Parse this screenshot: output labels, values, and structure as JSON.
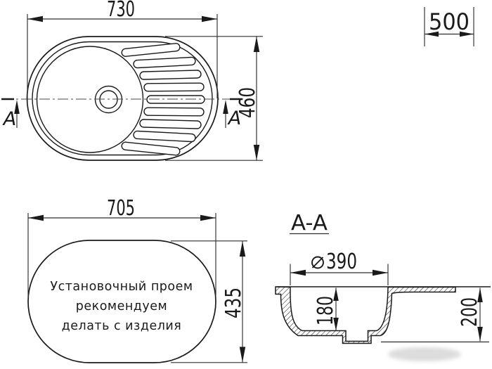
{
  "drawing": {
    "labels": {
      "top_width": "730",
      "top_height": "460",
      "cabinet_width": "500",
      "opening_width": "705",
      "opening_height": "435",
      "section_title": "A-A",
      "section_marker": "A",
      "bowl_diameter": "390",
      "bowl_depth": "180",
      "overall_height": "200"
    },
    "note": {
      "line1": "Установочный проем",
      "line2": "рекомендуем",
      "line3": "делать с изделия"
    },
    "colors": {
      "line": "#1a1a1a",
      "background": "#ffffff",
      "watermark": "#dcdcdc"
    }
  }
}
